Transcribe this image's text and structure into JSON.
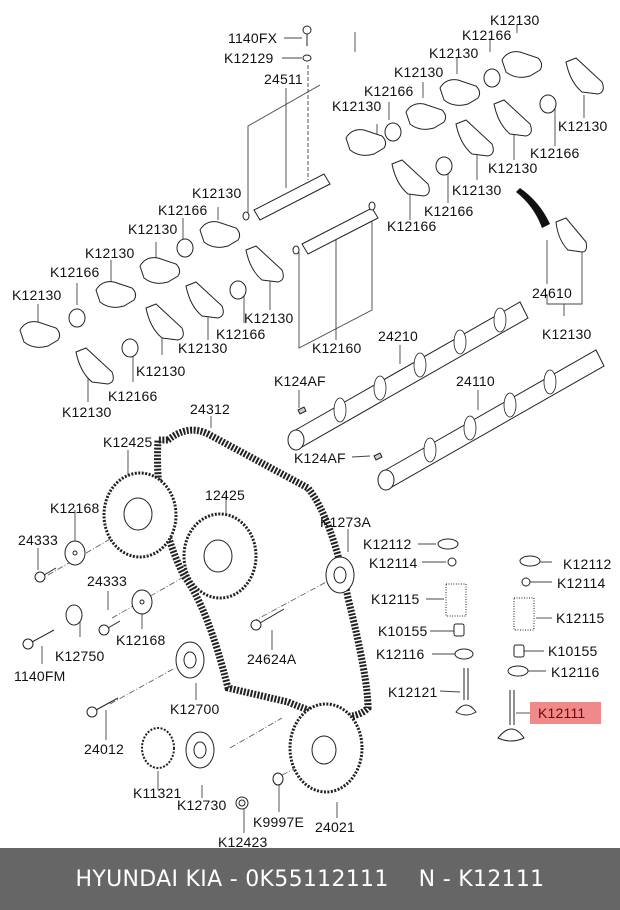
{
  "diagram": {
    "title": "Timing belt, camshafts, rocker arms and valve train",
    "highlight_color": "#f08a8a",
    "highlighted_part": "K12111",
    "labels": [
      {
        "id": "l1",
        "text": "1140FX"
      },
      {
        "id": "l2",
        "text": "K12129"
      },
      {
        "id": "l3",
        "text": "24511"
      },
      {
        "id": "l4",
        "text": "K12130"
      },
      {
        "id": "l5",
        "text": "K12166"
      },
      {
        "id": "l6",
        "text": "K12130"
      },
      {
        "id": "l7",
        "text": "K12130"
      },
      {
        "id": "l8",
        "text": "K12166"
      },
      {
        "id": "l9",
        "text": "K12130"
      },
      {
        "id": "l10",
        "text": "K12130"
      },
      {
        "id": "l11",
        "text": "K12166"
      },
      {
        "id": "l12",
        "text": "K12130"
      },
      {
        "id": "l13",
        "text": "K12130"
      },
      {
        "id": "l14",
        "text": "K12166"
      },
      {
        "id": "l15",
        "text": "K12130"
      },
      {
        "id": "l16",
        "text": "K12130"
      },
      {
        "id": "l17",
        "text": "K12166"
      },
      {
        "id": "l18",
        "text": "K12130"
      },
      {
        "id": "l19",
        "text": "K12130"
      },
      {
        "id": "l20",
        "text": "K12166"
      },
      {
        "id": "l21",
        "text": "K12130"
      },
      {
        "id": "l22",
        "text": "K12166"
      },
      {
        "id": "l23",
        "text": "K12130"
      },
      {
        "id": "l24",
        "text": "K12130"
      },
      {
        "id": "l25",
        "text": "K12166"
      },
      {
        "id": "l26",
        "text": "K12130"
      },
      {
        "id": "l27",
        "text": "K12166"
      },
      {
        "id": "l28",
        "text": "K12130"
      },
      {
        "id": "l29",
        "text": "K12130"
      },
      {
        "id": "l30",
        "text": "K12166"
      },
      {
        "id": "l31",
        "text": "K12130"
      },
      {
        "id": "l32",
        "text": "K12160"
      },
      {
        "id": "l33",
        "text": "24610"
      },
      {
        "id": "l34",
        "text": "K12130"
      },
      {
        "id": "l35",
        "text": "24210"
      },
      {
        "id": "l36",
        "text": "K124AF"
      },
      {
        "id": "l37",
        "text": "24110"
      },
      {
        "id": "l38",
        "text": "K124AF"
      },
      {
        "id": "l39",
        "text": "24312"
      },
      {
        "id": "l40",
        "text": "K12425"
      },
      {
        "id": "l41",
        "text": "K12168"
      },
      {
        "id": "l42",
        "text": "12425"
      },
      {
        "id": "l43",
        "text": "24333"
      },
      {
        "id": "l44",
        "text": "24333"
      },
      {
        "id": "l45",
        "text": "K1273A"
      },
      {
        "id": "l46",
        "text": "K12112"
      },
      {
        "id": "l47",
        "text": "K12114"
      },
      {
        "id": "l48",
        "text": "K12112"
      },
      {
        "id": "l49",
        "text": "K12114"
      },
      {
        "id": "l50",
        "text": "K12115"
      },
      {
        "id": "l51",
        "text": "K12115"
      },
      {
        "id": "l52",
        "text": "K10155"
      },
      {
        "id": "l53",
        "text": "K12116"
      },
      {
        "id": "l54",
        "text": "K10155"
      },
      {
        "id": "l55",
        "text": "K12116"
      },
      {
        "id": "l56",
        "text": "K12121"
      },
      {
        "id": "l57",
        "text": "K12111"
      },
      {
        "id": "l58",
        "text": "K12168"
      },
      {
        "id": "l59",
        "text": "K12750"
      },
      {
        "id": "l60",
        "text": "1140FM"
      },
      {
        "id": "l61",
        "text": "24624A"
      },
      {
        "id": "l62",
        "text": "K12700"
      },
      {
        "id": "l63",
        "text": "24012"
      },
      {
        "id": "l64",
        "text": "K11321"
      },
      {
        "id": "l65",
        "text": "K12730"
      },
      {
        "id": "l66",
        "text": "K9997E"
      },
      {
        "id": "l67",
        "text": "24021"
      },
      {
        "id": "l68",
        "text": "K12423"
      }
    ]
  },
  "footer": {
    "brand": "HYUNDAI  KIA - 0K55112111",
    "cross_ref": "N - K12111"
  }
}
